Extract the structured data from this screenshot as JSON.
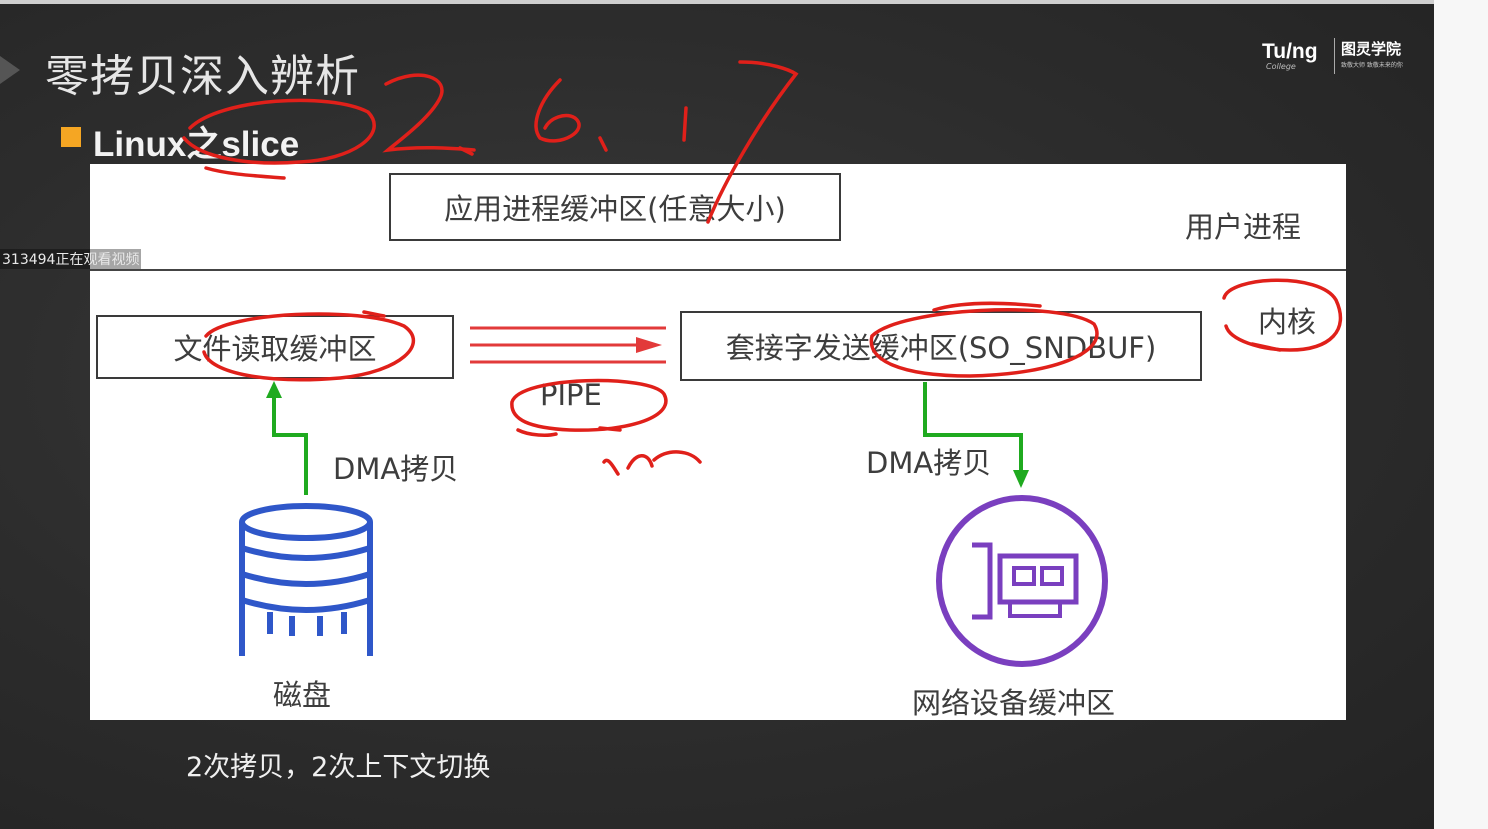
{
  "slide": {
    "title": "零拷贝深入辨析",
    "subtitle": "Linux之slice",
    "watching_notice": "313494正在观看视频",
    "bottom_note": "2次拷贝，2次上下文切换"
  },
  "logo": {
    "brand_en": "Tu/ng",
    "brand_sub": "College",
    "brand_cn": "图灵学院",
    "tagline": "致敬大师 致敬未来的你"
  },
  "diagram": {
    "user_buffer": "应用进程缓冲区(任意大小)",
    "user_process": "用户进程",
    "kernel": "内核",
    "file_buffer": "文件读取缓冲区",
    "socket_buffer": "套接字发送缓冲区(SO_SNDBUF)",
    "pipe": "PIPE",
    "dma_left": "DMA拷贝",
    "dma_right": "DMA拷贝",
    "disk": "磁盘",
    "network_buffer": "网络设备缓冲区"
  },
  "annotation": {
    "handwritten_version": "2.6.17"
  },
  "colors": {
    "accent": "#f5a623",
    "annotation_red": "#e0201a",
    "dma_green": "#1faa1f",
    "disk_blue": "#2f57c9",
    "nic_purple": "#7a3fbf",
    "pipe_red": "#e23a3a"
  }
}
